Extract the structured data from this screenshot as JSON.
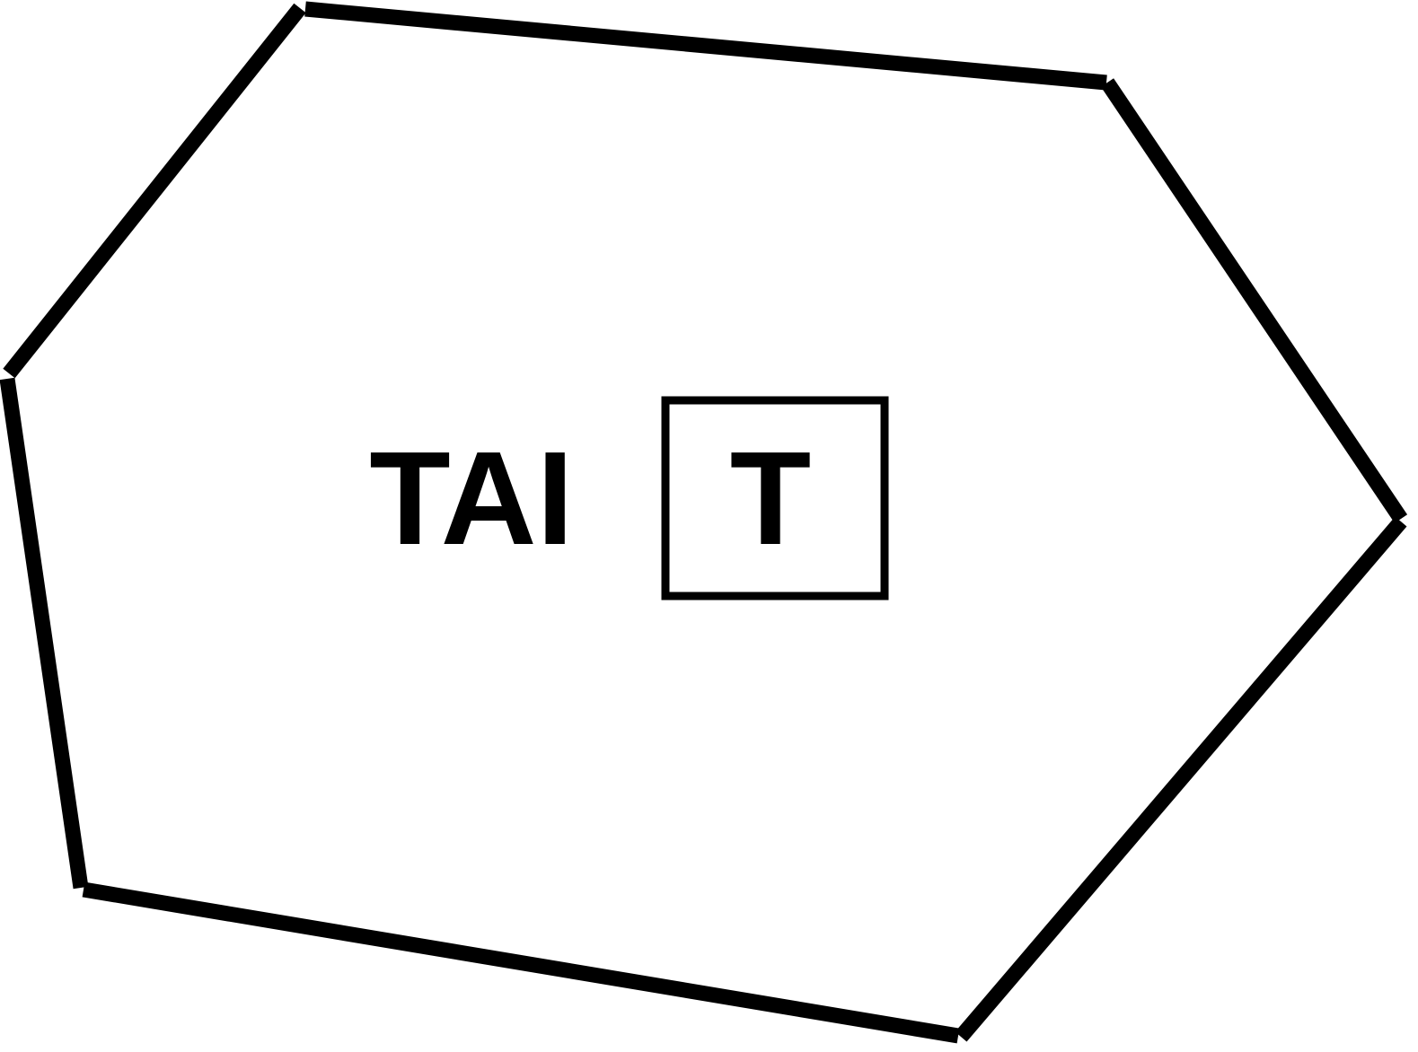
{
  "diagram": {
    "shape": "irregular-hexagon",
    "stroke_color": "#000000",
    "background_color": "#ffffff",
    "label_text": "TAI",
    "boxed_label_text": "T"
  }
}
